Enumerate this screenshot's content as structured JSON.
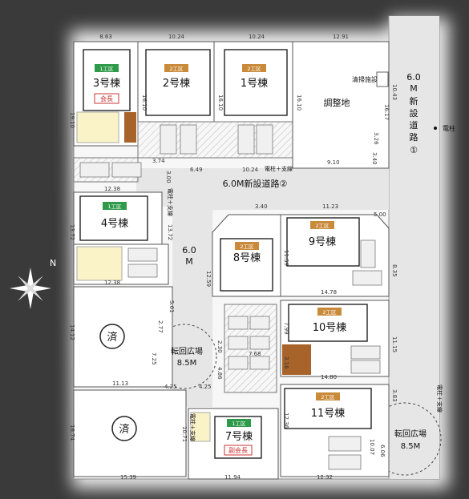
{
  "roads": {
    "road1": "6.0M新設道路①",
    "road2": "6.0M新設道路②",
    "road_side": "6.0\nM"
  },
  "lots": [
    {
      "name": "3号棟",
      "district": "1工区",
      "badge": "会長"
    },
    {
      "name": "2号棟",
      "district": "2工区"
    },
    {
      "name": "1号棟",
      "district": "2工区"
    },
    {
      "name": "4号棟",
      "district": "1工区"
    },
    {
      "name": "8号棟",
      "district": "2工区"
    },
    {
      "name": "9号棟",
      "district": "2工区"
    },
    {
      "name": "10号棟",
      "district": "2工区"
    },
    {
      "name": "11号棟",
      "district": "2工区"
    },
    {
      "name": "7号棟",
      "district": "1工区",
      "badge": "副会長"
    }
  ],
  "sold_marks": [
    "済",
    "済"
  ],
  "areas": {
    "adjust": "調整地",
    "cleaning": "清掃施設",
    "turn1": "転回広場",
    "turn1_size": "8.5M",
    "turn2": "転回広場",
    "turn2_size": "8.5M"
  },
  "poles": {
    "pole": "電柱",
    "pole_support1": "電柱＋支線",
    "pole_support2": "電柱＋支線",
    "pole_support3": "電柱＋支線",
    "pole_support4": "電柱＋支線"
  },
  "dimensions": {
    "d_863": "8.63",
    "d_1024a": "10.24",
    "d_1024b": "10.24",
    "d_1291": "12.91",
    "d_1910": "19.10",
    "d_1610a": "16.10",
    "d_1610b": "16.10",
    "d_1610c": "16.10",
    "d_1043": "10.43",
    "d_1617": "16.17",
    "d_326": "3.26",
    "d_340a": "3.40",
    "d_374": "3.74",
    "d_649": "6.49",
    "d_1024c": "10.24",
    "d_910": "9.10",
    "d_1238a": "12.38",
    "d_300": "3.00",
    "d_1372a": "13.72",
    "d_1372b": "13.72",
    "d_1238b": "12.38",
    "d_340b": "3.40",
    "d_1123": "11.23",
    "d_500": "5.00",
    "d_1159": "11.59",
    "d_1259": "12.59",
    "d_1478": "14.78",
    "d_835": "8.35",
    "d_561": "5.61",
    "d_1412": "14.12",
    "d_277": "2.77",
    "d_799": "7.99",
    "d_1115": "11.15",
    "d_230": "2.30",
    "d_768": "7.68",
    "d_725": "7.25",
    "d_486": "4.86",
    "d_316": "3.16",
    "d_1480": "14.80",
    "d_1113": "11.13",
    "d_425a": "4.25",
    "d_425b": "4.25",
    "d_383": "3.83",
    "d_1074": "16.74",
    "d_1071": "10.71",
    "d_1236": "12.36",
    "d_1539": "15.39",
    "d_1194": "11.94",
    "d_1232": "12.32",
    "d_1007": "10.07",
    "d_606": "6.06"
  },
  "compass": "N"
}
